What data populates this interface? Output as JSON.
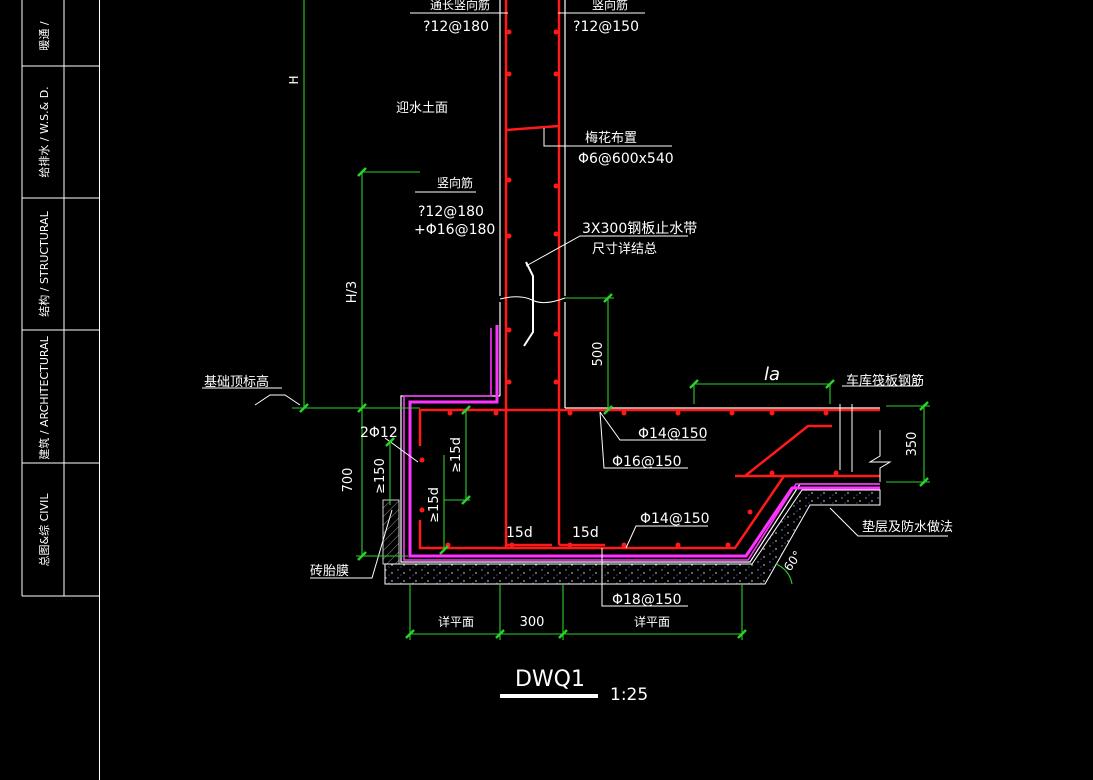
{
  "title_block": {
    "disciplines": [
      {
        "label": "暖通 /"
      },
      {
        "label": "给排水 / W.S.& D."
      },
      {
        "label": "结构 / STRUCTURAL"
      },
      {
        "label": "建筑 / ARCHITECTURAL"
      },
      {
        "label": "总图&综 CIVIL"
      }
    ]
  },
  "labels": {
    "top_left_rebar_title": "通长竖向筋",
    "top_left_rebar_spec": "?12@180",
    "top_right_rebar_title": "竖向筋",
    "top_right_rebar_spec": "?12@150",
    "height_H": "H",
    "water_face": "迎水土面",
    "tie_title": "梅花布置",
    "tie_spec": "Φ6@600x540",
    "vert_rebar_title": "竖向筋",
    "vert_rebar_spec1": "?12@180",
    "vert_rebar_spec2": "+Φ16@180",
    "waterstop_line1": "3X300钢板止水带",
    "waterstop_line2": "尺寸详结总",
    "height_H3": "H/3",
    "dim_500": "500",
    "anchor_la": "la",
    "garage_rebar": "车库筏板钢筋",
    "foundation_top": "基础顶标高",
    "bars_2_12": "2Φ12",
    "spec_14_150_top": "Φ14@150",
    "spec_16_150": "Φ16@150",
    "ge_15d_a": "≥15d",
    "ge_15d_b": "≥15d",
    "ge_150": "≥150",
    "dim_700": "700",
    "dim_350": "350",
    "lap_15d_a": "15d",
    "lap_15d_b": "15d",
    "spec_14_150_bot": "Φ14@150",
    "cushion_waterproof": "垫层及防水做法",
    "brick_mold": "砖胎膜",
    "angle_60": "60°",
    "spec_18_150": "Φ18@150",
    "see_plan_left": "详平面",
    "dim_300": "300",
    "see_plan_right": "详平面",
    "drawing_name": "DWQ1",
    "scale": "1:25"
  }
}
